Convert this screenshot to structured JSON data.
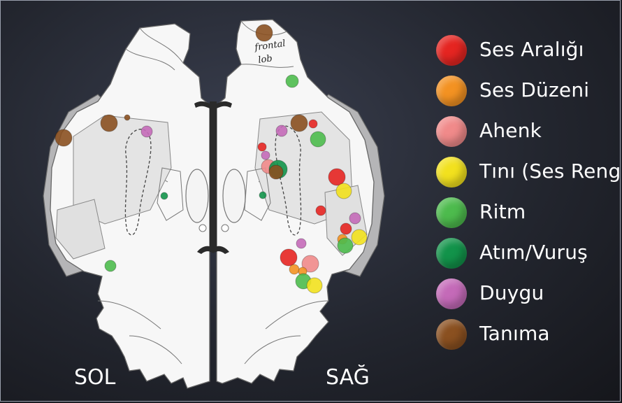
{
  "legend": [
    {
      "label": "Ses Aralığı",
      "color": "#e52521"
    },
    {
      "label": "Ses Düzeni",
      "color": "#f39222"
    },
    {
      "label": "Ahenk",
      "color": "#f08a8a"
    },
    {
      "label": "Tını (Ses Rengi)",
      "color": "#f2e11e"
    },
    {
      "label": "Ritm",
      "color": "#4dbb4d"
    },
    {
      "label": "Atım/Vuruş",
      "color": "#12934a"
    },
    {
      "label": "Duygu",
      "color": "#c46ab8"
    },
    {
      "label": "Tanıma",
      "color": "#8a5020"
    }
  ],
  "sides": {
    "left": "SOL",
    "right": "SAĞ"
  },
  "annotation": {
    "line1": "frontal",
    "line2": "lob"
  },
  "spots": [
    {
      "region": "Tanıma",
      "side": "right"
    },
    {
      "region": "Ritm",
      "side": "right"
    },
    {
      "region": "Tanıma",
      "side": "left"
    },
    {
      "region": "Tanıma",
      "side": "left"
    },
    {
      "region": "Duygu",
      "side": "left"
    },
    {
      "region": "Tanıma",
      "side": "left"
    },
    {
      "region": "Atım/Vuruş",
      "side": "left"
    },
    {
      "region": "Ritm",
      "side": "left"
    },
    {
      "region": "Duygu",
      "side": "right"
    },
    {
      "region": "Tanıma",
      "side": "right"
    },
    {
      "region": "Ses Aralığı",
      "side": "right"
    },
    {
      "region": "Ritm",
      "side": "right"
    },
    {
      "region": "Ses Aralığı",
      "side": "right"
    },
    {
      "region": "Duygu",
      "side": "right"
    },
    {
      "region": "Ahenk",
      "side": "right"
    },
    {
      "region": "Atım/Vuruş",
      "side": "right"
    },
    {
      "region": "Tanıma",
      "side": "right"
    },
    {
      "region": "Atım/Vuruş",
      "side": "right"
    },
    {
      "region": "Ses Aralığı",
      "side": "right"
    },
    {
      "region": "Tını (Ses Rengi)",
      "side": "right"
    },
    {
      "region": "Ses Aralığı",
      "side": "right"
    },
    {
      "region": "Duygu",
      "side": "right"
    },
    {
      "region": "Ses Aralığı",
      "side": "right"
    },
    {
      "region": "Ses Düzeni",
      "side": "right"
    },
    {
      "region": "Tını (Ses Rengi)",
      "side": "right"
    },
    {
      "region": "Ritm",
      "side": "right"
    },
    {
      "region": "Duygu",
      "side": "right"
    },
    {
      "region": "Ses Aralığı",
      "side": "right"
    },
    {
      "region": "Ses Düzeni",
      "side": "right"
    },
    {
      "region": "Ahenk",
      "side": "right"
    },
    {
      "region": "Ses Düzeni",
      "side": "right"
    },
    {
      "region": "Ritm",
      "side": "right"
    },
    {
      "region": "Tını (Ses Rengi)",
      "side": "right"
    }
  ]
}
